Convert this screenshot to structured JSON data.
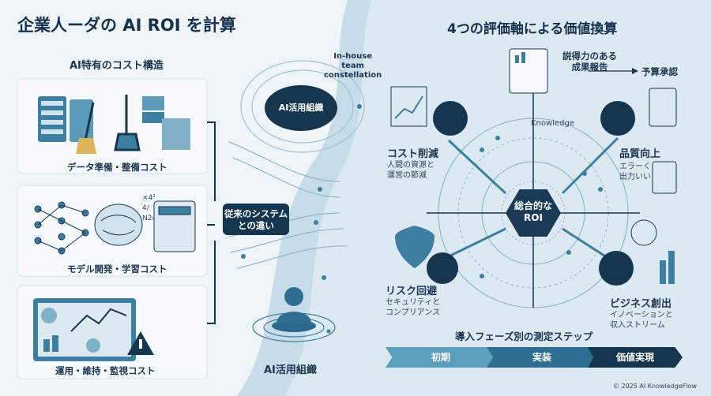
{
  "title": "企業人ーダの AI ROI を計算",
  "left": {
    "subtitle": "AI特有のコスト構造",
    "costs": [
      {
        "label": "データ準備・整備コスト",
        "icon": "data-server-icon"
      },
      {
        "label": "モデル開発・学習コスト",
        "icon": "neural-brain-icon"
      },
      {
        "label": "運用・維持・監視コスト",
        "icon": "monitoring-dashboard-icon"
      }
    ],
    "math_note": "×4²\n4/\nN2₀",
    "connector_label": "従来のシステム\nとの違い"
  },
  "middle": {
    "inhouse": "In-house\nteam\nconstellation",
    "top_oval": "AI活用組織",
    "bottom_label": "AI活用組織"
  },
  "right": {
    "title": "4つの評価軸による価値換算",
    "report": "説得力のある\n成果報告",
    "approval": "予算承認",
    "knowledge": "Knowledge",
    "center": "総合的な\nROI",
    "axes": [
      {
        "title": "コスト削減",
        "desc": "人間の資源と\n運営の節減"
      },
      {
        "title": "品質向上",
        "desc": "エラーく\n出力いい"
      },
      {
        "title": "リスク回避",
        "desc": "セキュリティと\nコンプリアンス"
      },
      {
        "title": "ビジネス創出",
        "desc": "イノベーションと\n収入ストリーム"
      }
    ],
    "phase_title": "導入フェーズ別の測定ステップ",
    "phases": [
      "初期",
      "実装",
      "価値実現"
    ]
  },
  "footer": "© 2025 AI KnowledgeFlow",
  "colors": {
    "navy": "#16364f",
    "teal": "#3d7fa0",
    "light": "#cfe3ee"
  }
}
